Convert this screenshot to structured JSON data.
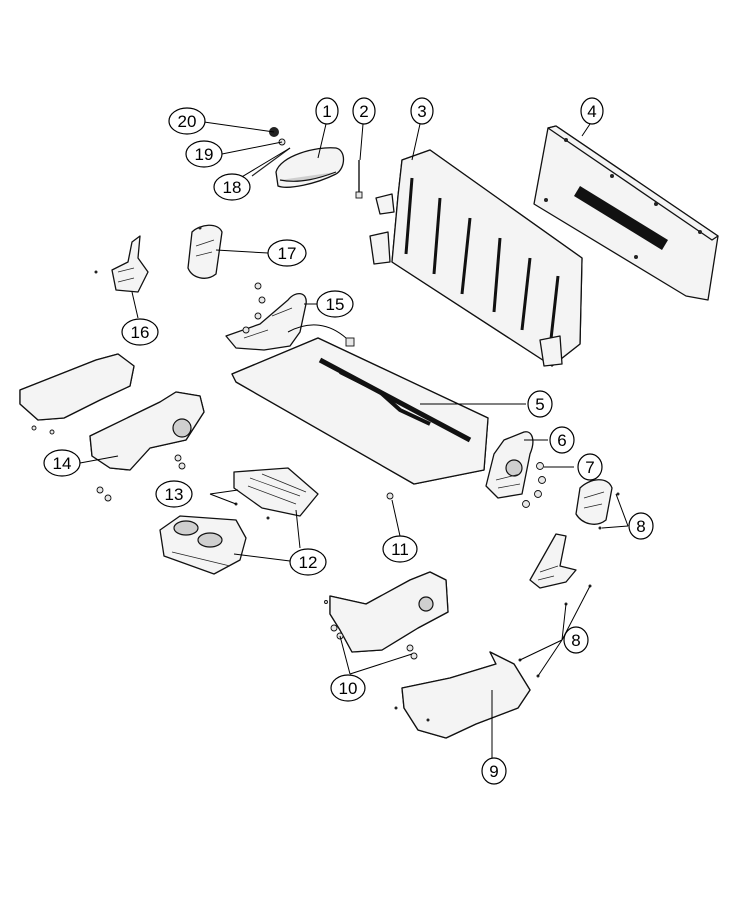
{
  "callouts": [
    {
      "id": "c1",
      "label": "1"
    },
    {
      "id": "c2",
      "label": "2"
    },
    {
      "id": "c3",
      "label": "3"
    },
    {
      "id": "c4",
      "label": "4"
    },
    {
      "id": "c5",
      "label": "5"
    },
    {
      "id": "c6",
      "label": "6"
    },
    {
      "id": "c7",
      "label": "7"
    },
    {
      "id": "c8a",
      "label": "8"
    },
    {
      "id": "c8b",
      "label": "8"
    },
    {
      "id": "c9",
      "label": "9"
    },
    {
      "id": "c10",
      "label": "10"
    },
    {
      "id": "c11",
      "label": "11"
    },
    {
      "id": "c12",
      "label": "12"
    },
    {
      "id": "c13",
      "label": "13"
    },
    {
      "id": "c14",
      "label": "14"
    },
    {
      "id": "c15",
      "label": "15"
    },
    {
      "id": "c16",
      "label": "16"
    },
    {
      "id": "c17",
      "label": "17"
    },
    {
      "id": "c18",
      "label": "18"
    },
    {
      "id": "c19",
      "label": "19"
    },
    {
      "id": "c20",
      "label": "20"
    }
  ]
}
